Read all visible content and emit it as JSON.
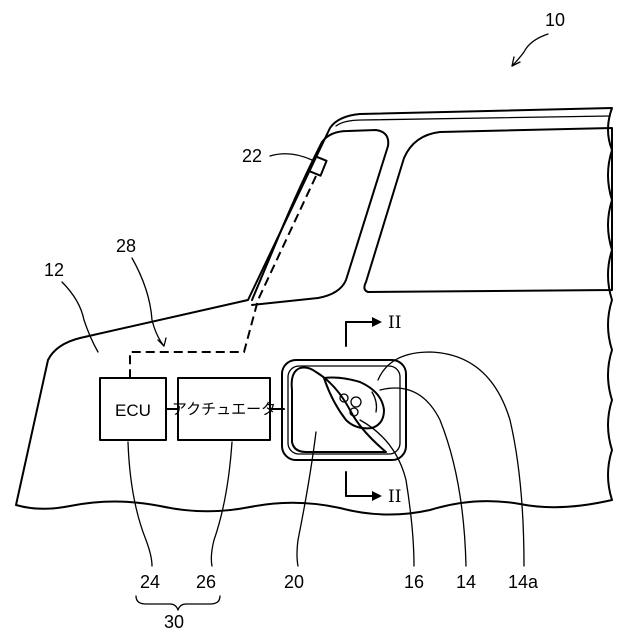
{
  "labels": {
    "ref_vehicle": "10",
    "ref_body": "12",
    "ref_window_sensor": "22",
    "ref_wire": "28",
    "ref_ecu": "24",
    "ref_actuator": "26",
    "ref_system": "30",
    "ref_lid": "20",
    "ref_cap": "16",
    "ref_inlet": "14",
    "ref_inlet_a": "14a"
  },
  "blocks": {
    "ecu": "ECU",
    "actuator": "アクチュエータ"
  },
  "section_marks": {
    "top": "II",
    "bottom": "II"
  }
}
